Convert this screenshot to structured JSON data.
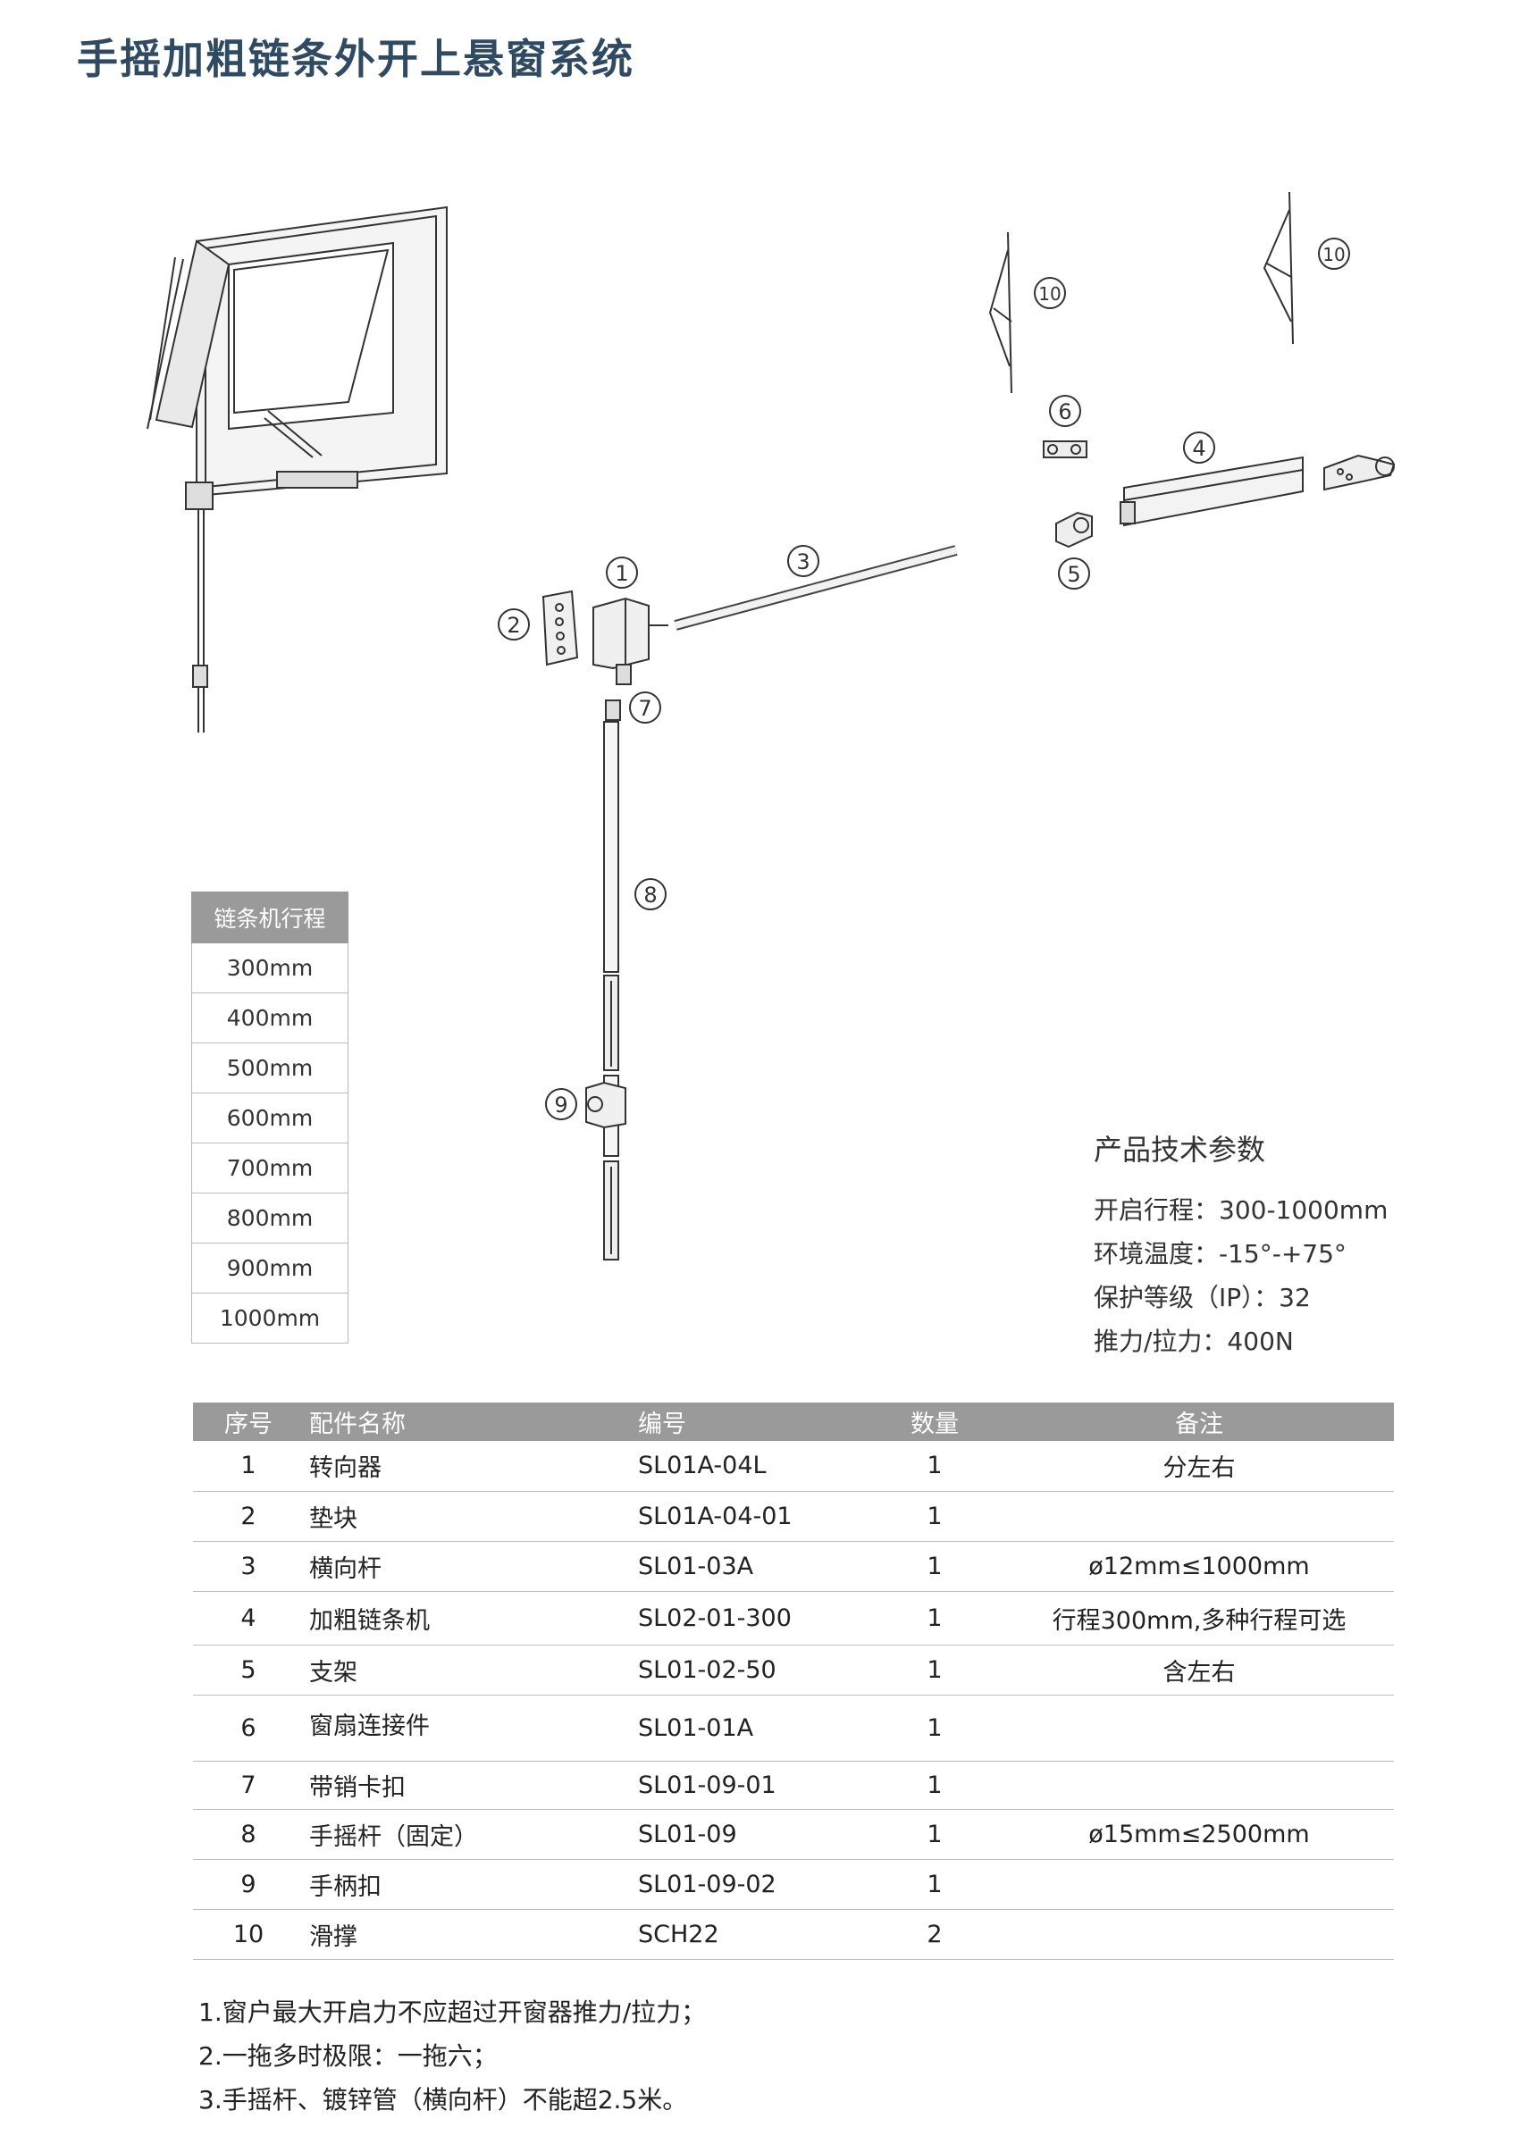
{
  "title": "手摇加粗链条外开上悬窗系统",
  "callouts": [
    "1",
    "2",
    "3",
    "4",
    "5",
    "6",
    "7",
    "8",
    "9",
    "10",
    "10"
  ],
  "stroke_table": {
    "header": "链条机行程",
    "values": [
      "300mm",
      "400mm",
      "500mm",
      "600mm",
      "700mm",
      "800mm",
      "900mm",
      "1000mm"
    ]
  },
  "specs": {
    "title": "产品技术参数",
    "lines": [
      "开启行程：300-1000mm",
      "环境温度：-15°-+75°",
      "保护等级（IP）：32",
      "推力/拉力：400N"
    ]
  },
  "parts_table": {
    "headers": [
      "序号",
      "配件名称",
      "编号",
      "数量",
      "备注"
    ],
    "rows": [
      {
        "no": "1",
        "name": "转向器",
        "code": "SL01A-04L",
        "qty": "1",
        "note": "分左右"
      },
      {
        "no": "2",
        "name": "垫块",
        "code": "SL01A-04-01",
        "qty": "1",
        "note": ""
      },
      {
        "no": "3",
        "name": "横向杆",
        "code": "SL01-03A",
        "qty": "1",
        "note": "ø12mm≤1000mm"
      },
      {
        "no": "4",
        "name": "加粗链条机",
        "code": "SL02-01-300",
        "qty": "1",
        "note": "行程300mm,多种行程可选"
      },
      {
        "no": "5",
        "name": "支架",
        "code": "SL01-02-50",
        "qty": "1",
        "note": "含左右"
      },
      {
        "no": "6",
        "name": "窗扇连接件",
        "code": "SL01-01A",
        "qty": "1",
        "note": ""
      },
      {
        "no": "7",
        "name": "带销卡扣",
        "code": "SL01-09-01",
        "qty": "1",
        "note": ""
      },
      {
        "no": "8",
        "name": "手摇杆（固定）",
        "code": "SL01-09",
        "qty": "1",
        "note": "ø15mm≤2500mm"
      },
      {
        "no": "9",
        "name": "手柄扣",
        "code": "SL01-09-02",
        "qty": "1",
        "note": ""
      },
      {
        "no": "10",
        "name": "滑撑",
        "code": "SCH22",
        "qty": "2",
        "note": ""
      }
    ]
  },
  "notes": [
    "1.窗户最大开启力不应超过开窗器推力/拉力；",
    "2.一拖多时极限：一拖六；",
    "3.手摇杆、镀锌管（横向杆）不能超2.5米。"
  ]
}
